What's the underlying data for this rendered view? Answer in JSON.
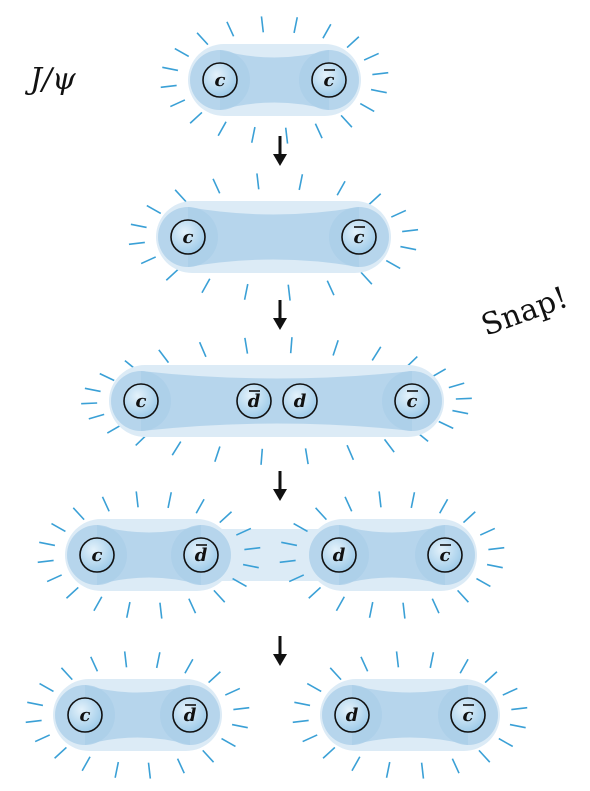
{
  "title": "J/ψ",
  "snap_text": "Snap!",
  "colors": {
    "tube_outer": "#dcebf6",
    "tube_inner": "#a9cde8",
    "quark_fill": "#bcdcf2",
    "quark_stroke": "#111111",
    "field_line": "#3aa0d6",
    "arrow": "#111111"
  },
  "icons": {
    "arrow": "down-arrow-icon",
    "field": "field-line-icon"
  },
  "stages": [
    {
      "name": "stage-1-bound-state",
      "quarks": [
        {
          "label": "c",
          "bar": false
        },
        {
          "label": "c",
          "bar": true
        }
      ]
    },
    {
      "name": "stage-2-stretched",
      "quarks": [
        {
          "label": "c",
          "bar": false
        },
        {
          "label": "c",
          "bar": true
        }
      ]
    },
    {
      "name": "stage-3-pair-created",
      "quarks": [
        {
          "label": "c",
          "bar": false
        },
        {
          "label": "d",
          "bar": true
        },
        {
          "label": "d",
          "bar": false
        },
        {
          "label": "c",
          "bar": true
        }
      ]
    },
    {
      "name": "stage-4-separating",
      "quarks": [
        {
          "label": "c",
          "bar": false
        },
        {
          "label": "d",
          "bar": true
        },
        {
          "label": "d",
          "bar": false
        },
        {
          "label": "c",
          "bar": true
        }
      ]
    },
    {
      "name": "stage-5-two-mesons",
      "quarks": [
        {
          "label": "c",
          "bar": false
        },
        {
          "label": "d",
          "bar": true
        },
        {
          "label": "d",
          "bar": false
        },
        {
          "label": "c",
          "bar": true
        }
      ]
    }
  ]
}
